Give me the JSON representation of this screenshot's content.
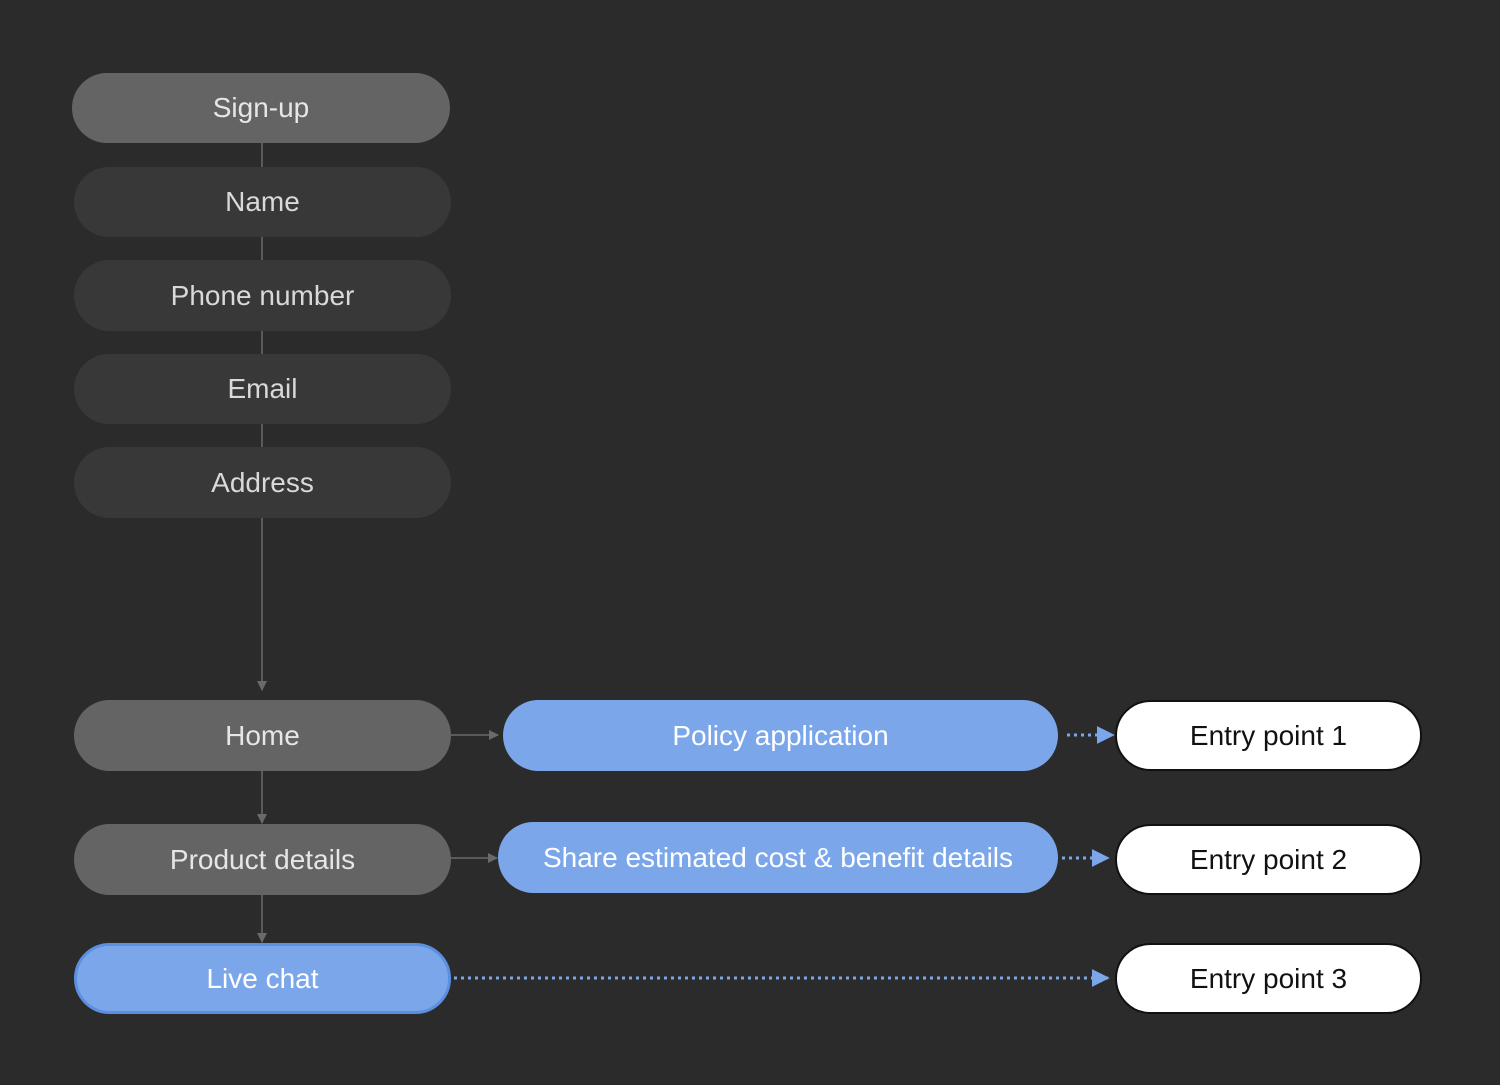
{
  "diagram": {
    "signup_flow": {
      "signup": "Sign-up",
      "name": "Name",
      "phone": "Phone number",
      "email": "Email",
      "address": "Address"
    },
    "main_flow": {
      "home": "Home",
      "product_details": "Product details",
      "live_chat": "Live chat"
    },
    "actions": {
      "policy_application": "Policy application",
      "share_estimate": "Share estimated cost & benefit details"
    },
    "entry_points": {
      "entry1": "Entry point 1",
      "entry2": "Entry point 2",
      "entry3": "Entry point 3"
    }
  },
  "colors": {
    "background": "#2b2b2b",
    "node_primary": "#646464",
    "node_secondary": "#383838",
    "accent_blue": "#7ba7ea",
    "entry_fill": "#ffffff",
    "connector": "#5a5a5a",
    "dotted_connector": "#7ba7ea"
  }
}
